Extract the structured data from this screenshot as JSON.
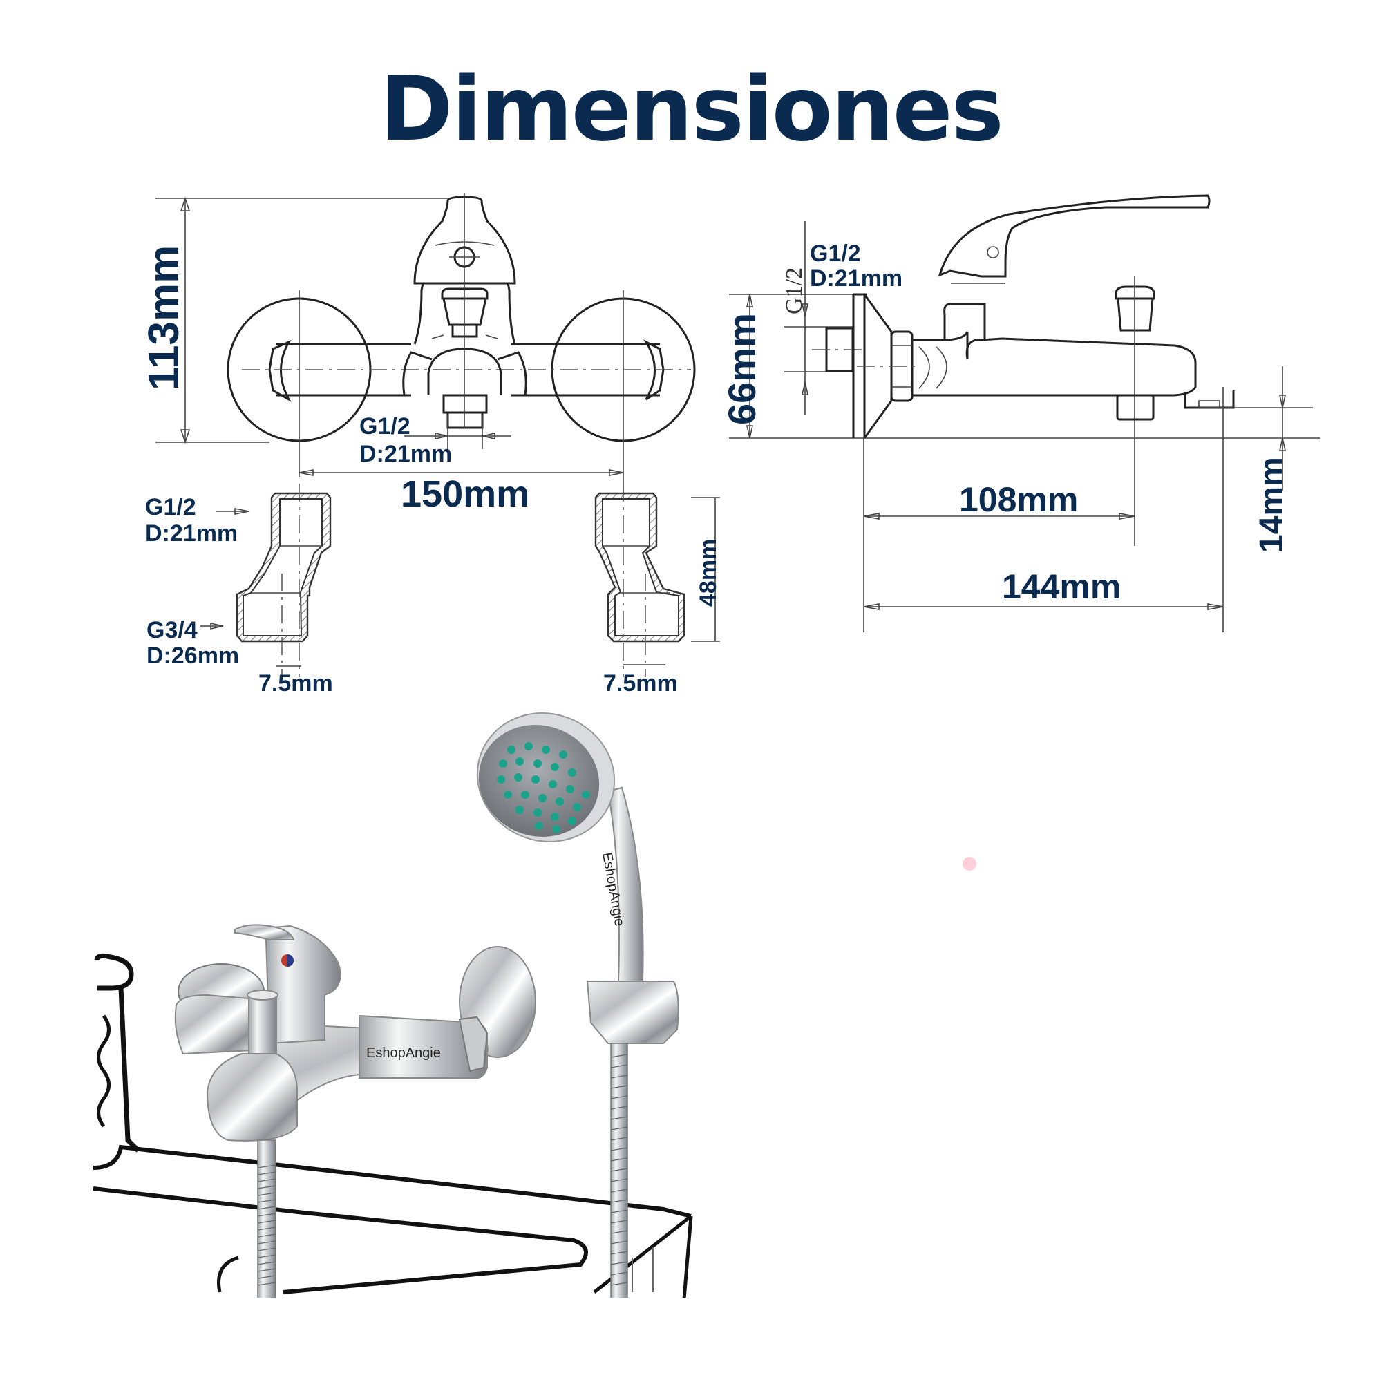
{
  "title": "Dimensiones",
  "colors": {
    "title": "#0a2a4f",
    "dimension_text": "#0a2a4f",
    "line": "#222222",
    "shower_nozzles": "#1aa38a",
    "handle_indicator_hot": "#c0392b",
    "handle_indicator_cold": "#2c3e90"
  },
  "front_view": {
    "height_label": "113mm",
    "width_label": "150mm",
    "outlet_thread": "G1/2",
    "outlet_diameter": "D:21mm"
  },
  "side_view": {
    "inlet_thread": "G1/2",
    "inlet_diameter": "D:21mm",
    "inlet_thread_vertical": "G1/2",
    "height_label": "66mm",
    "spout_outlet_distance": "108mm",
    "total_depth": "144mm",
    "spout_drop": "14mm"
  },
  "eccentric_connector_left": {
    "top_thread": "G1/2",
    "top_diameter": "D:21mm",
    "bottom_thread": "G3/4",
    "bottom_diameter": "D:26mm",
    "offset": "7.5mm"
  },
  "eccentric_connector_right": {
    "height": "48mm",
    "offset": "7.5mm"
  },
  "product_photo": {
    "mixer_brand": "EshopAngie",
    "shower_brand": "EshopAngie"
  }
}
